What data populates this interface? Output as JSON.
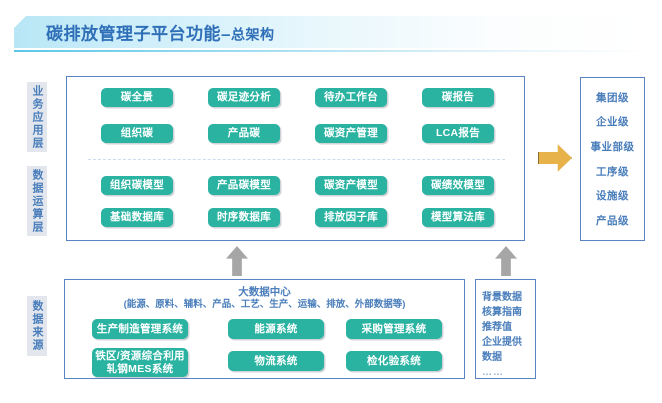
{
  "header": {
    "title_main": "碳排放管理子平台功能",
    "title_sep": "–",
    "title_sub": "总架构"
  },
  "side_labels": {
    "business_application_layer": "业务应用层",
    "data_computation_layer": "数据运算层",
    "data_source": "数据来源"
  },
  "main_panel": {
    "application_layer": {
      "row1": [
        "碳全景",
        "碳足迹分析",
        "待办工作台",
        "碳报告"
      ],
      "row2": [
        "组织碳",
        "产品碳",
        "碳资产管理",
        "LCA报告"
      ]
    },
    "computation_layer": {
      "row1": [
        "组织碳模型",
        "产品碳模型",
        "碳资产模型",
        "碳绩效模型"
      ],
      "row2": [
        "基础数据库",
        "时序数据库",
        "排放因子库",
        "模型算法库"
      ]
    }
  },
  "right_panel": {
    "levels": [
      "集团级",
      "企业级",
      "事业部级",
      "工序级",
      "设施级",
      "产品级"
    ]
  },
  "source_panel": {
    "title": "大数据中心",
    "subtitle": "(能源、原料、辅料、产品、工艺、生产、运输、排放、外部数据等)",
    "row1": [
      "生产制造管理系统",
      "能源系统",
      "采购管理系统"
    ],
    "row2": [
      "铁区/资源综合利用\n轧钢MES系统",
      "物流系统",
      "检化验系统"
    ],
    "row2_multiline_line1": "铁区/资源综合利用",
    "row2_multiline_line2": "轧钢MES系统"
  },
  "background_data_panel": {
    "items": [
      "背景数据",
      "核算指南",
      "推荐值",
      "企业提供",
      "数据"
    ],
    "ellipsis": "……"
  },
  "icons": {
    "arrow_up_1": "arrow-up-icon",
    "arrow_up_2": "arrow-up-icon",
    "arrow_right": "arrow-right-icon"
  },
  "colors": {
    "chip_teal": "#2bb3a2",
    "border_blue": "#5a83c4",
    "text_blue": "#4a7ebb",
    "title_blue": "#2f6fb8",
    "arrow_gray": "#a6a6a6",
    "arrow_orange": "#e8b24a",
    "side_label_bg": "#e3e7ed"
  }
}
